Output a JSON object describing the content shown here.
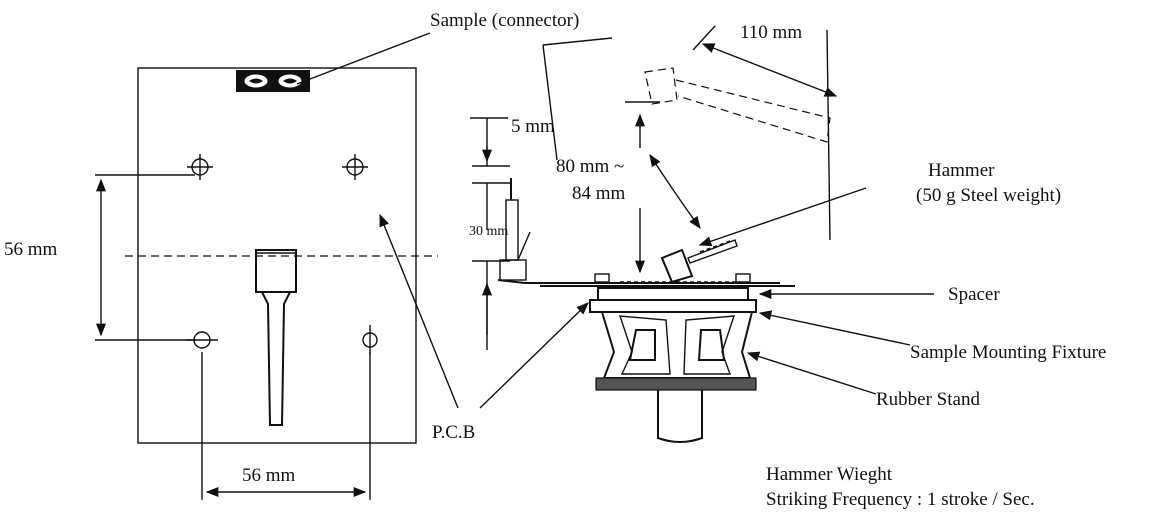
{
  "labels": {
    "sample_connector": "Sample (connector)",
    "dim_110": "110 mm",
    "dim_5": "5 mm",
    "dim_80_84_a": "80 mm ~",
    "dim_80_84_b": "84 mm",
    "hammer_a": "Hammer",
    "hammer_b": "(50 g Steel weight)",
    "dim_30": "30 mm",
    "dim_56_v": "56 mm",
    "dim_56_h": "56 mm",
    "spacer": "Spacer",
    "fixture": "Sample Mounting Fixture",
    "rubber": "Rubber Stand",
    "pcb": "P.C.B",
    "note_1": "Hammer Wieght",
    "note_2": "Striking Frequency : 1 stroke / Sec."
  }
}
